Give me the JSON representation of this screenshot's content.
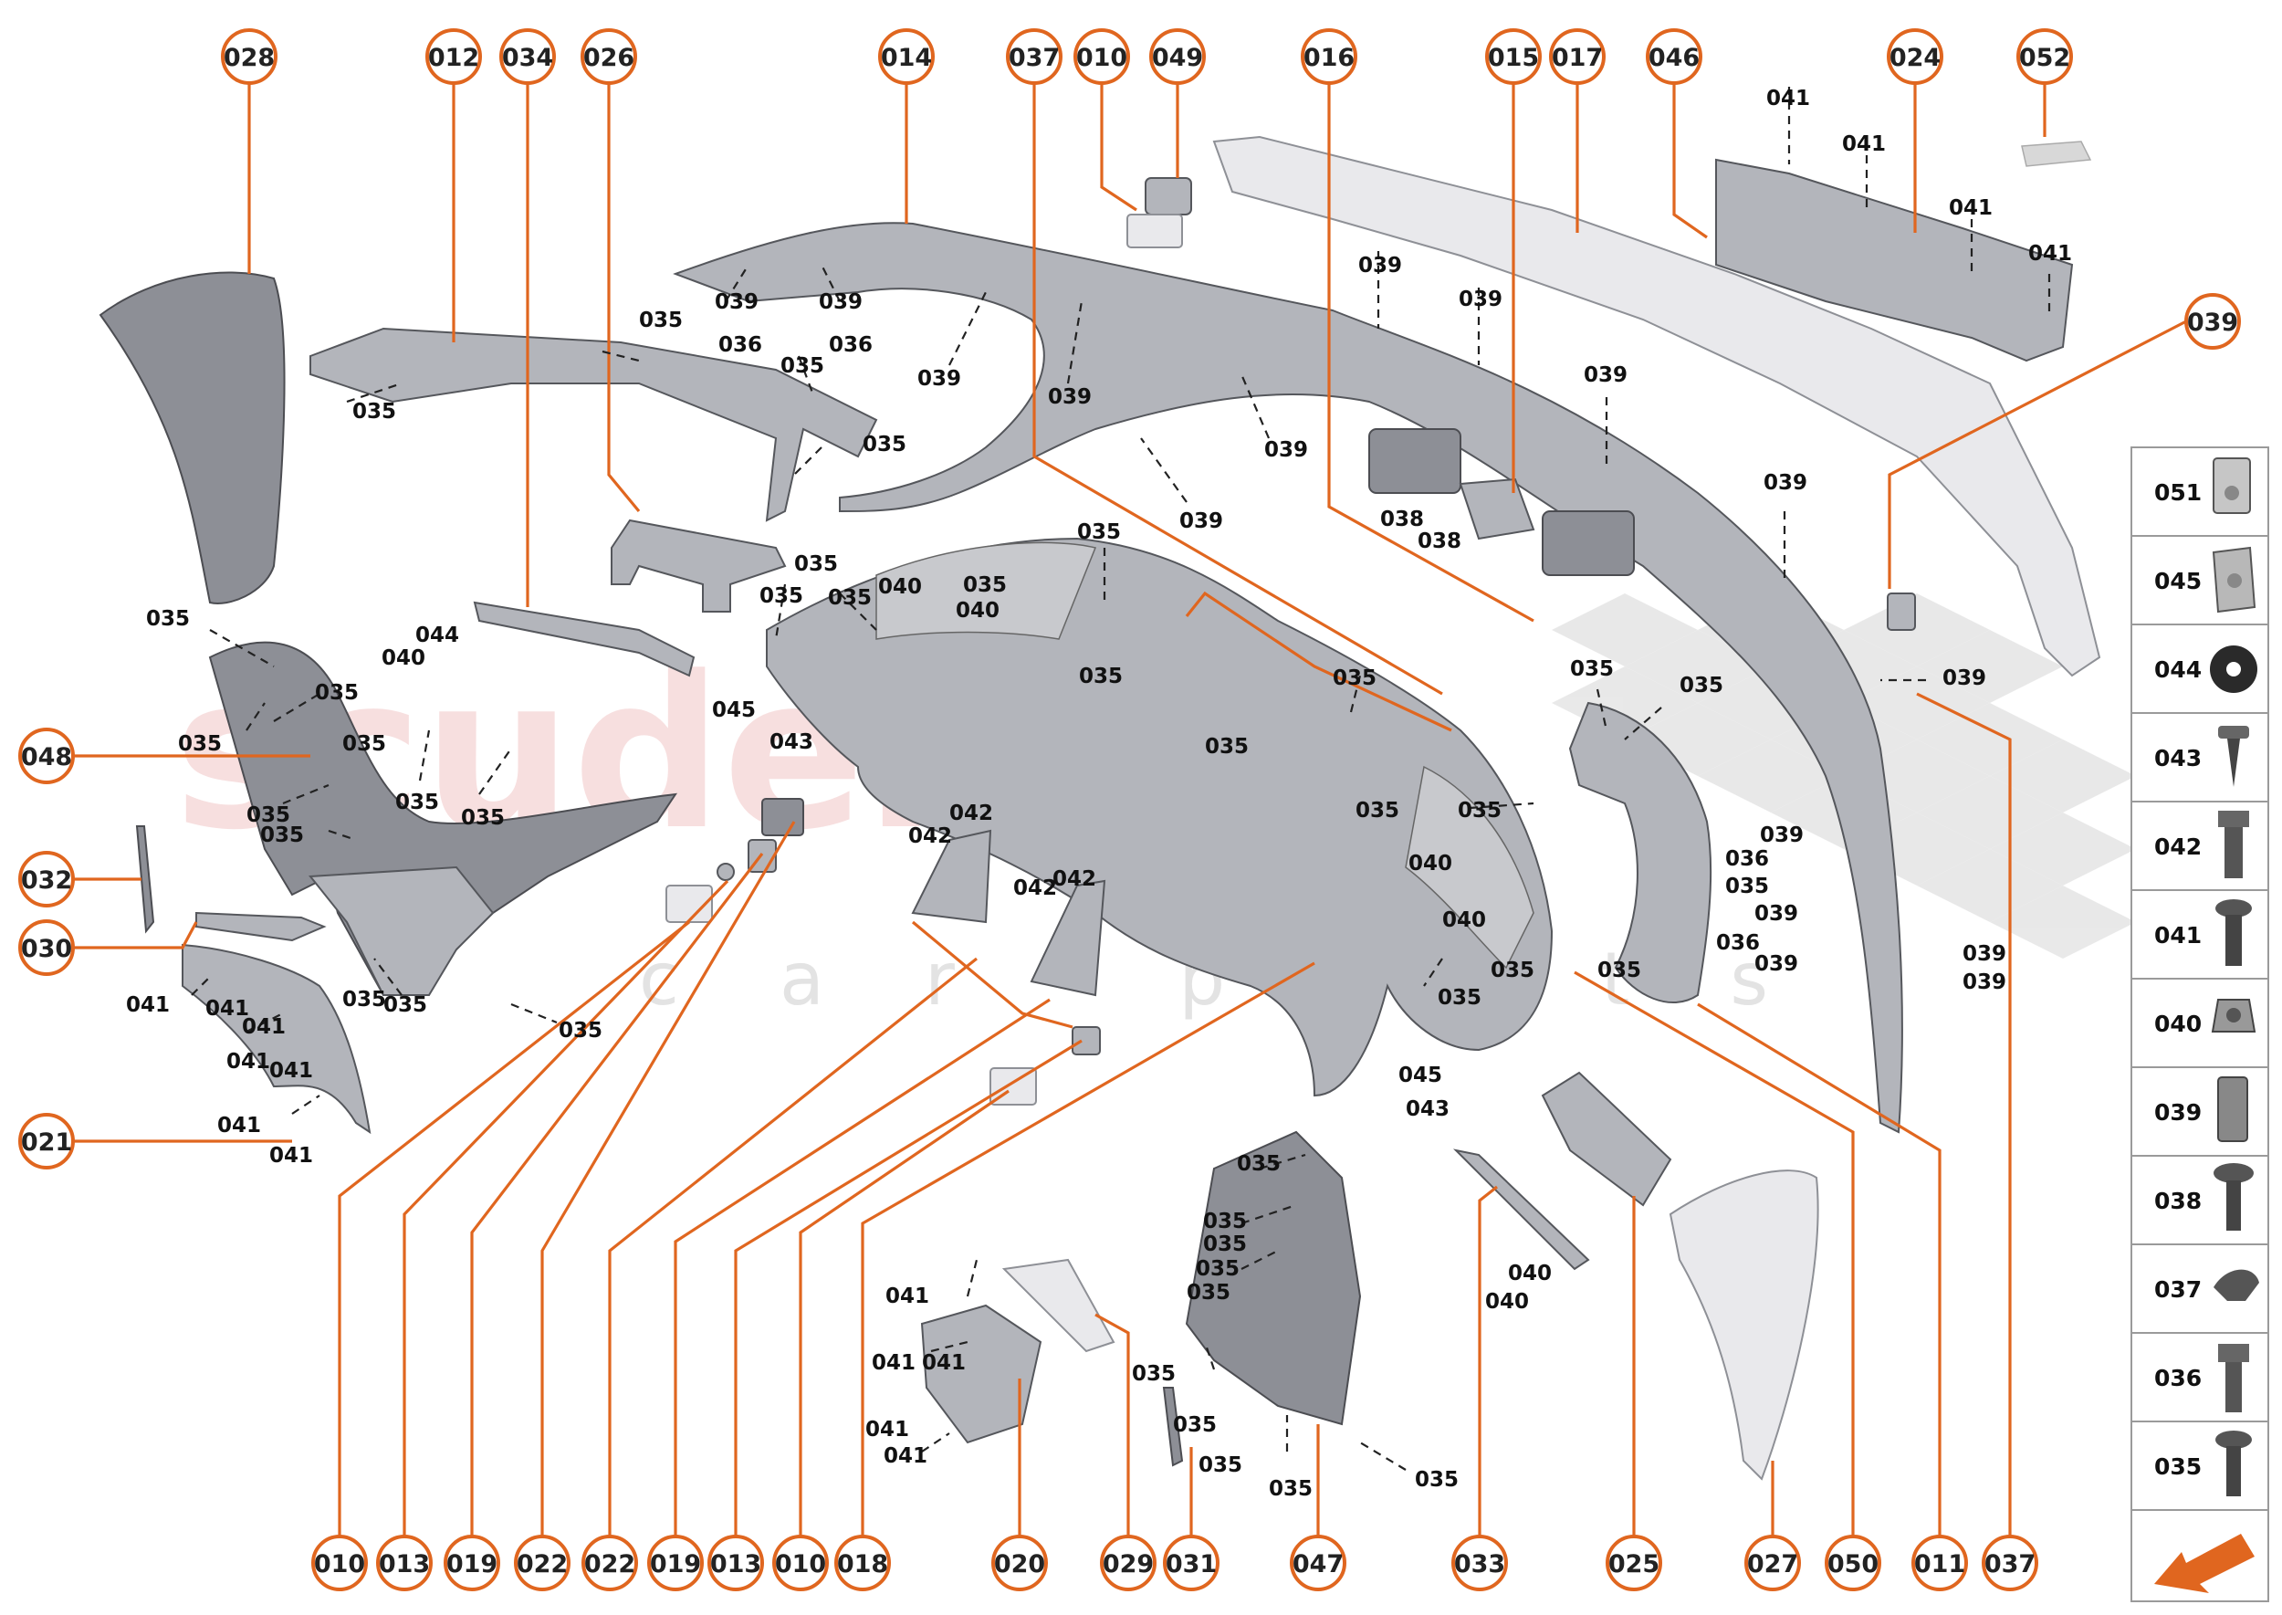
{
  "watermark": {
    "brand": "scuderia",
    "sub": "car parts"
  },
  "callouts_top": [
    "028",
    "012",
    "034",
    "026",
    "014",
    "037",
    "010",
    "049",
    "016",
    "015",
    "017",
    "046",
    "024",
    "052"
  ],
  "callouts_bottom": [
    "010",
    "013",
    "019",
    "022",
    "022",
    "019",
    "013",
    "010",
    "018",
    "020",
    "029",
    "031",
    "047",
    "033",
    "025",
    "027",
    "050",
    "011",
    "037"
  ],
  "callouts_side": [
    "039",
    "048",
    "032",
    "030",
    "021"
  ],
  "labels": {
    "l035": "035",
    "l036": "036",
    "l038": "038",
    "l039": "039",
    "l040": "040",
    "l041": "041",
    "l042": "042",
    "l043": "043",
    "l044": "044",
    "l045": "045"
  },
  "legend": [
    "051",
    "045",
    "044",
    "043",
    "042",
    "041",
    "040",
    "039",
    "038",
    "037",
    "036",
    "035"
  ],
  "colors": {
    "accent": "#e0661f",
    "arrow": "#e0661f"
  }
}
